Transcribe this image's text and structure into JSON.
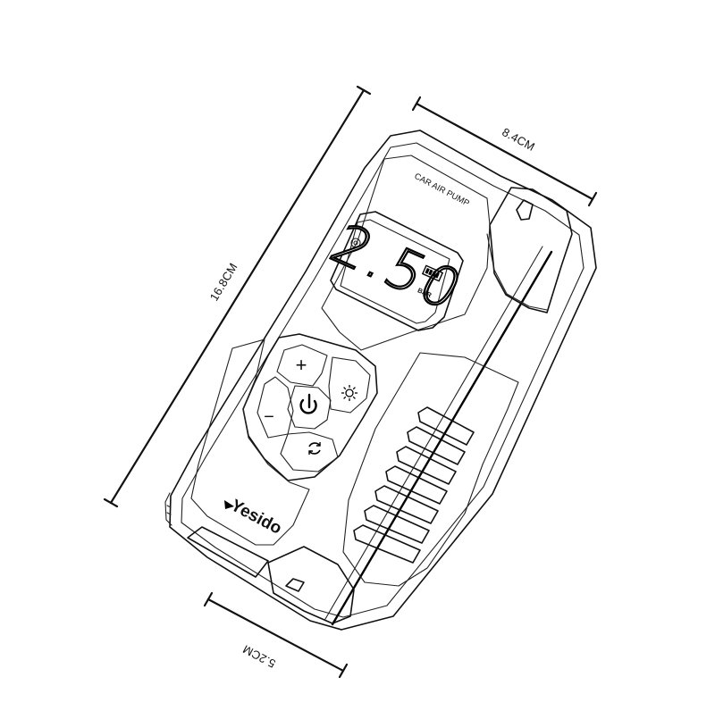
{
  "dimensions": {
    "length": "16.8CM",
    "width": "8.4CM",
    "thickness": "5.2CM"
  },
  "device": {
    "product_label": "CAR AIR PUMP",
    "brand": "Yesido",
    "lcd": {
      "value": "2.50",
      "unit": "BAR",
      "mode_icon": "tyre-icon",
      "battery_icon": "battery-icon"
    },
    "buttons": {
      "plus": "+",
      "minus": "−",
      "power_icon": "power-icon",
      "light_icon": "light-icon",
      "mode_icon": "cycle-icon"
    }
  }
}
